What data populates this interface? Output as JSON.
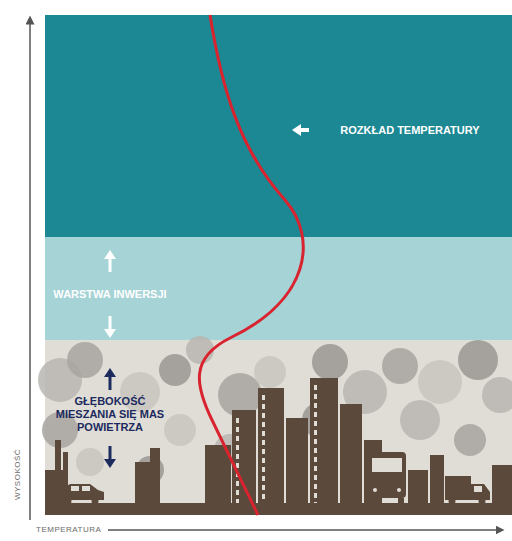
{
  "diagram": {
    "nodes": [
      {
        "text": [
          "ROZKŁAD TEMPERATURY"
        ]
      },
      {
        "text": [
          "WARSTWA INWERSJI"
        ]
      },
      {
        "text": [
          "GŁĘBOKOŚĆ MIESZANIA SIĘ MAS POWIETRZA"
        ]
      }
    ],
    "labels": [
      "WYSOKOŚĆ",
      "TEMPERATURA"
    ]
  }
}
